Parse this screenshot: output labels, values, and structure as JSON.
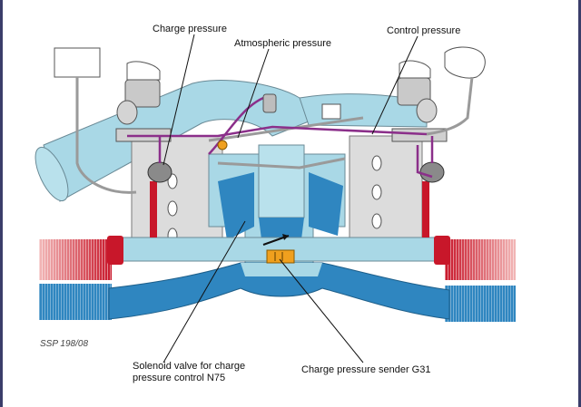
{
  "labels": {
    "charge_pressure": "Charge pressure",
    "atmospheric_pressure": "Atmospheric pressure",
    "control_pressure": "Control pressure",
    "solenoid_line1": "Solenoid valve for charge",
    "solenoid_line2": "pressure control N75",
    "sender": "Charge pressure sender G31"
  },
  "reference": "SSP 198/08",
  "colors": {
    "light_blue": "#a9d8e6",
    "blue": "#2f86c0",
    "red": "#c8172a",
    "purple": "#8b2f8a",
    "grey_block": "#dcdcdc",
    "orange": "#f0a01e"
  }
}
